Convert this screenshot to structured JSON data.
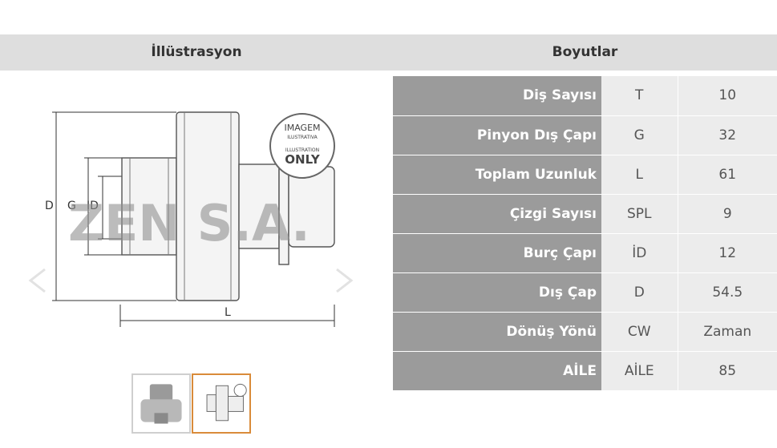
{
  "headers": {
    "illustration": "İllüstrasyon",
    "dimensions": "Boyutlar"
  },
  "drawing": {
    "label_d": "D",
    "label_g": "G",
    "label_id": "ID",
    "label_l": "L",
    "watermark": "ZEN S.A.",
    "stamp_line1": "IMAGEM",
    "stamp_line2": "ILUSTRATIVA",
    "stamp_line3": "ILLUSTRATION",
    "stamp_line4": "ONLY"
  },
  "specs": [
    {
      "label": "Diş Sayısı",
      "code": "T",
      "value": "10"
    },
    {
      "label": "Pinyon Dış Çapı",
      "code": "G",
      "value": "32"
    },
    {
      "label": "Toplam Uzunluk",
      "code": "L",
      "value": "61"
    },
    {
      "label": "Çizgi Sayısı",
      "code": "SPL",
      "value": "9"
    },
    {
      "label": "Burç Çapı",
      "code": "İD",
      "value": "12"
    },
    {
      "label": "Dış Çap",
      "code": "D",
      "value": "54.5"
    },
    {
      "label": "Dönüş Yönü",
      "code": "CW",
      "value": "Zaman"
    },
    {
      "label": "AİLE",
      "code": "AİLE",
      "value": "85"
    }
  ],
  "colors": {
    "label_bg": "#9b9b9b",
    "cell_bg": "#ececec",
    "header_bg": "#dedede",
    "thumb_active": "#d98b3a"
  }
}
